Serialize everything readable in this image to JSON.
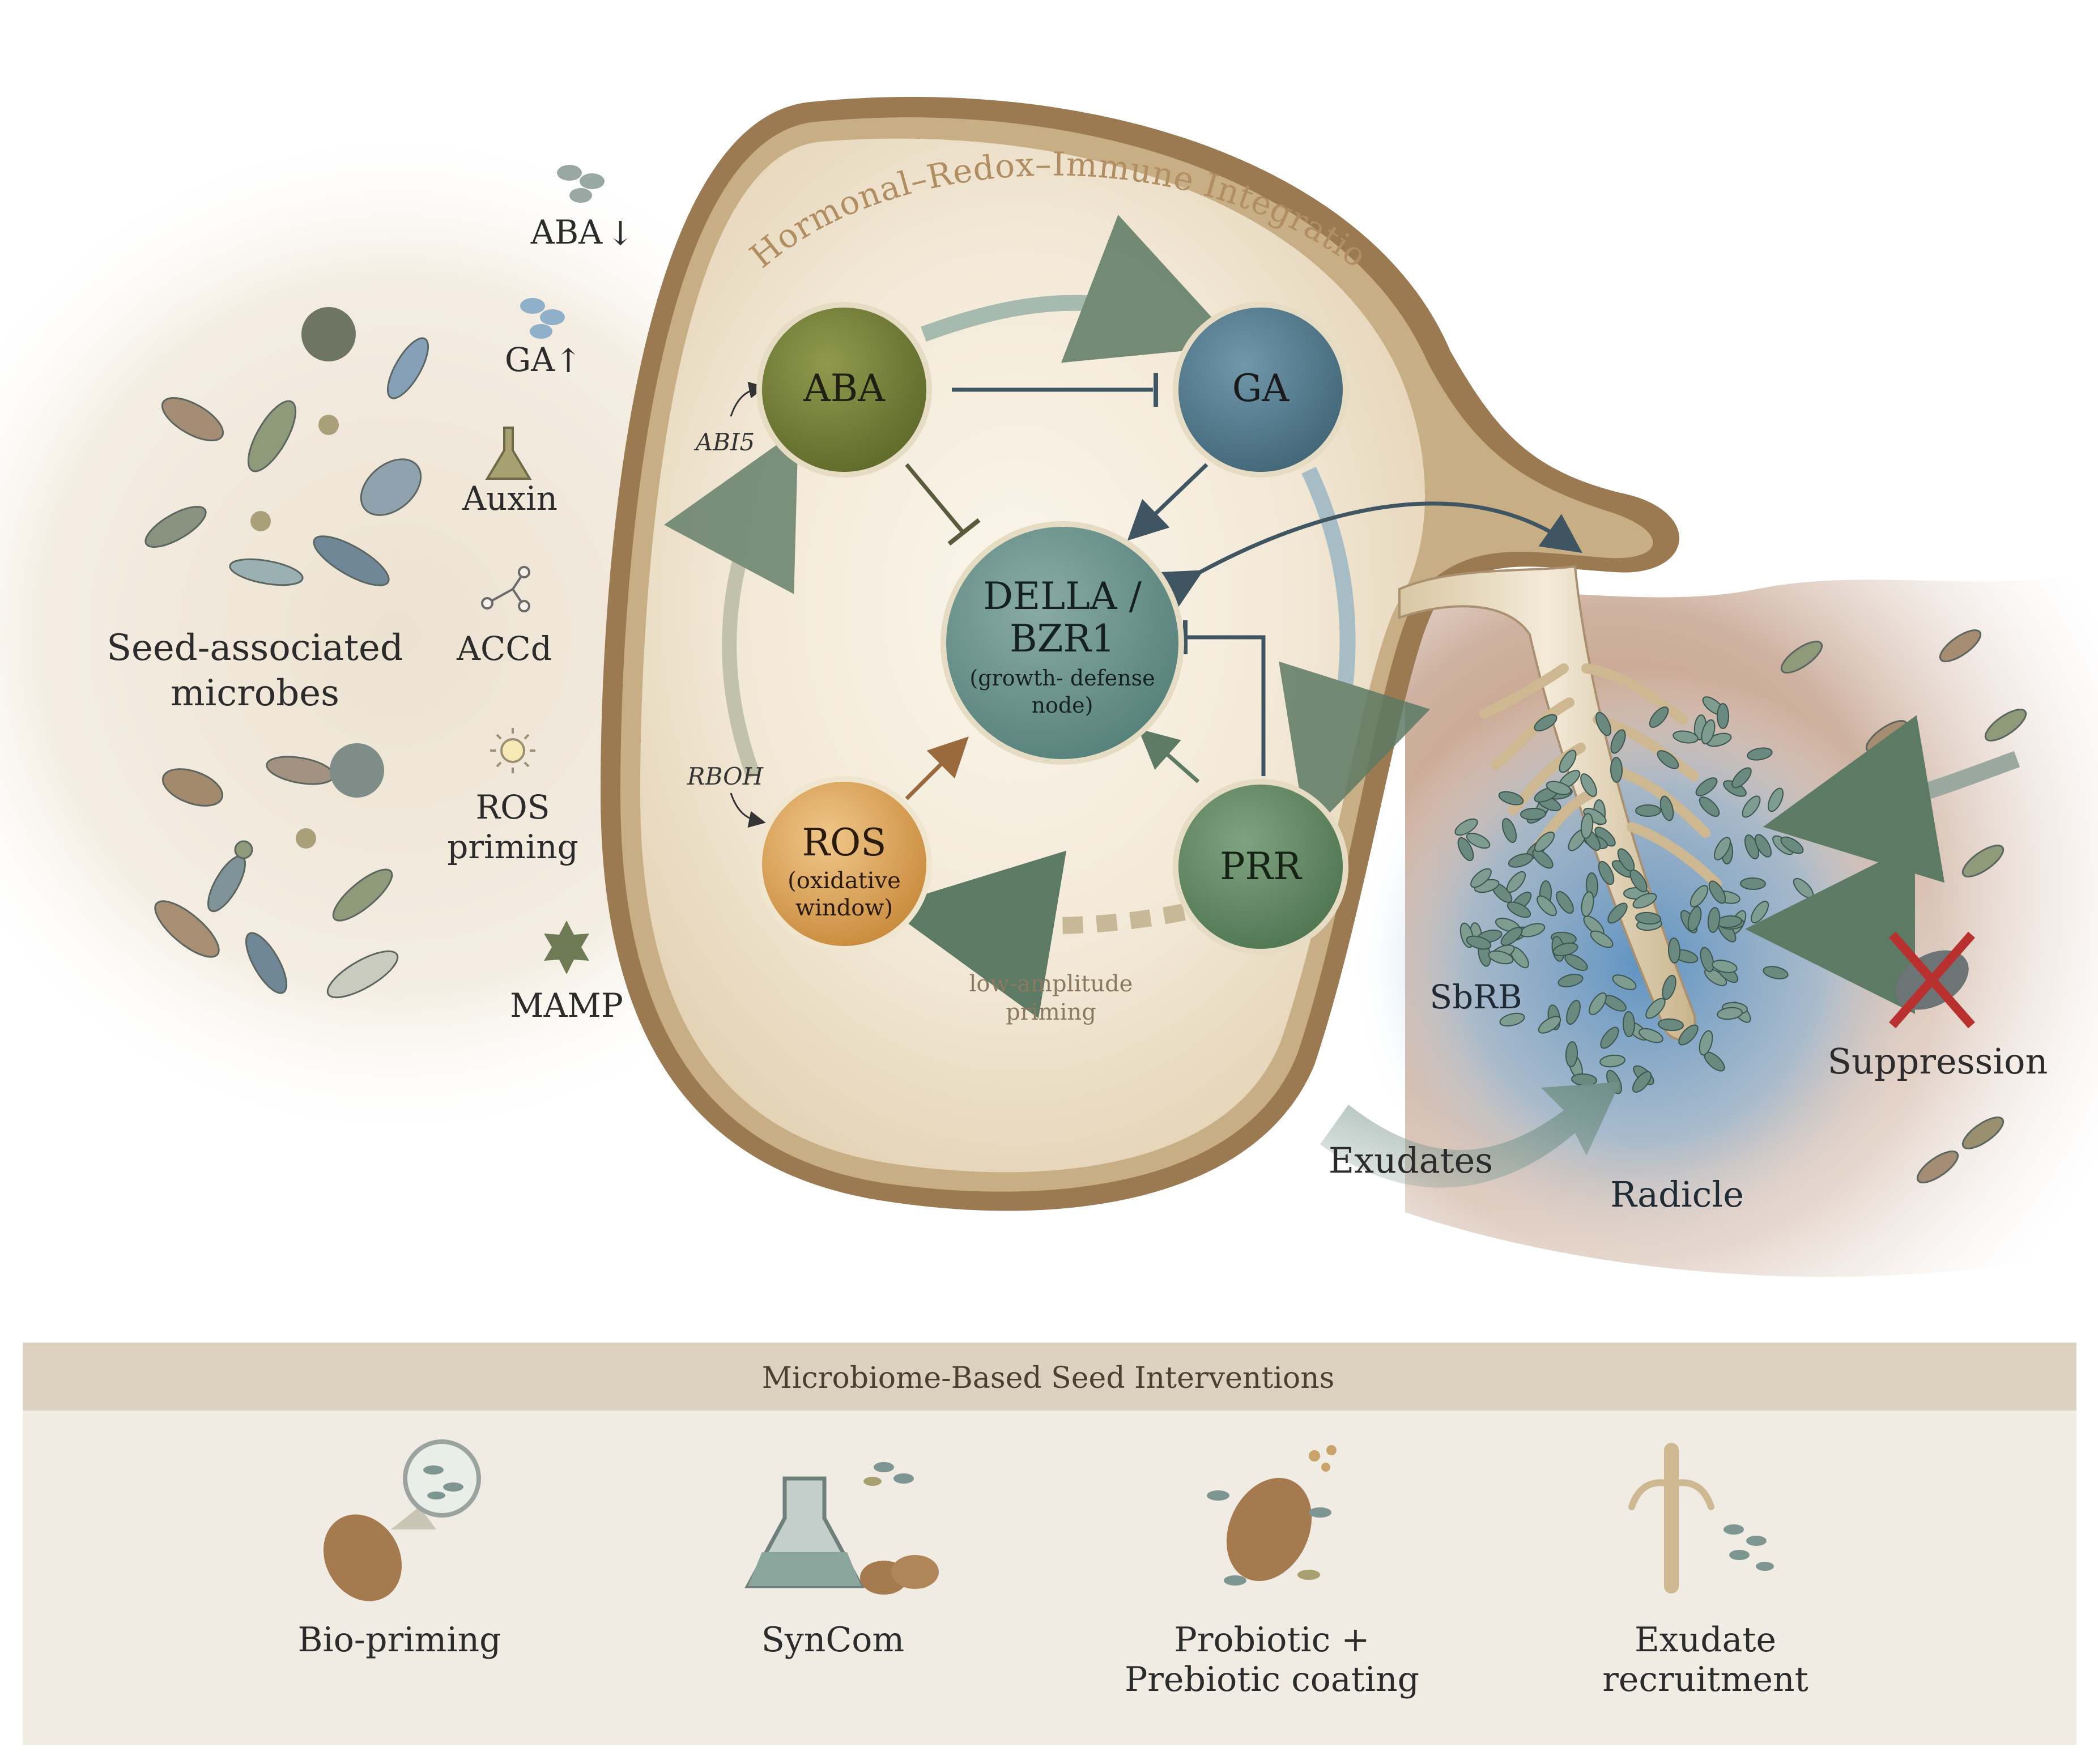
{
  "figure": {
    "arc_title": "Hormonal–Redox–Immune Integration",
    "nodes": {
      "aba": "ABA",
      "ga": "GA",
      "della_line1": "DELLA /",
      "della_line2": "BZR1",
      "della_sub1": "(growth- defense",
      "della_sub2": "node)",
      "ros": "ROS",
      "ros_sub1": "(oxidative",
      "ros_sub2": "window)",
      "prr": "PRR"
    },
    "regulators": {
      "abi5": "ABI5",
      "rboh": "RBOH"
    },
    "priming_label_1": "low-amplitude",
    "priming_label_2": "priming",
    "seed_microbes_1": "Seed-associated",
    "seed_microbes_2": "microbes",
    "signals": [
      {
        "label": "ABA",
        "arrow": "↓",
        "icon": "cell-cluster-icon"
      },
      {
        "label": "GA",
        "arrow": "↑",
        "icon": "cell-cluster-icon"
      },
      {
        "label": "Auxin",
        "icon": "flask-icon"
      },
      {
        "label": "ACCd",
        "icon": "molecule-icon"
      },
      {
        "label_1": "ROS",
        "label_2": "priming",
        "icon": "sun-burst-icon"
      },
      {
        "label": "MAMP",
        "icon": "star-icon"
      }
    ],
    "soil_labels": {
      "sbrb": "SbRB",
      "exudates": "Exudates",
      "radicle": "Radicle",
      "suppression": "Suppression"
    }
  },
  "interventions": {
    "header": "Microbiome-Based Seed Interventions",
    "items": [
      {
        "line1": "Bio-priming",
        "line2": "",
        "icon": "seed-magnifier-icon"
      },
      {
        "line1": "SynCom",
        "line2": "",
        "icon": "flask-seeds-icon"
      },
      {
        "line1": "Probiotic +",
        "line2": "Prebiotic coating",
        "icon": "coated-seed-icon"
      },
      {
        "line1": "Exudate",
        "line2": "recruitment",
        "icon": "root-exudate-icon"
      }
    ]
  },
  "colors": {
    "aba": "#6f7a34",
    "ga": "#4f7a8e",
    "della": "#5a8580",
    "ros": "#d09a4c",
    "prr": "#5f8560",
    "seed_coat": "#a8875c",
    "banner": "#ddd2bf",
    "panel": "#f0ebe3",
    "text": "#2b2b2b"
  }
}
